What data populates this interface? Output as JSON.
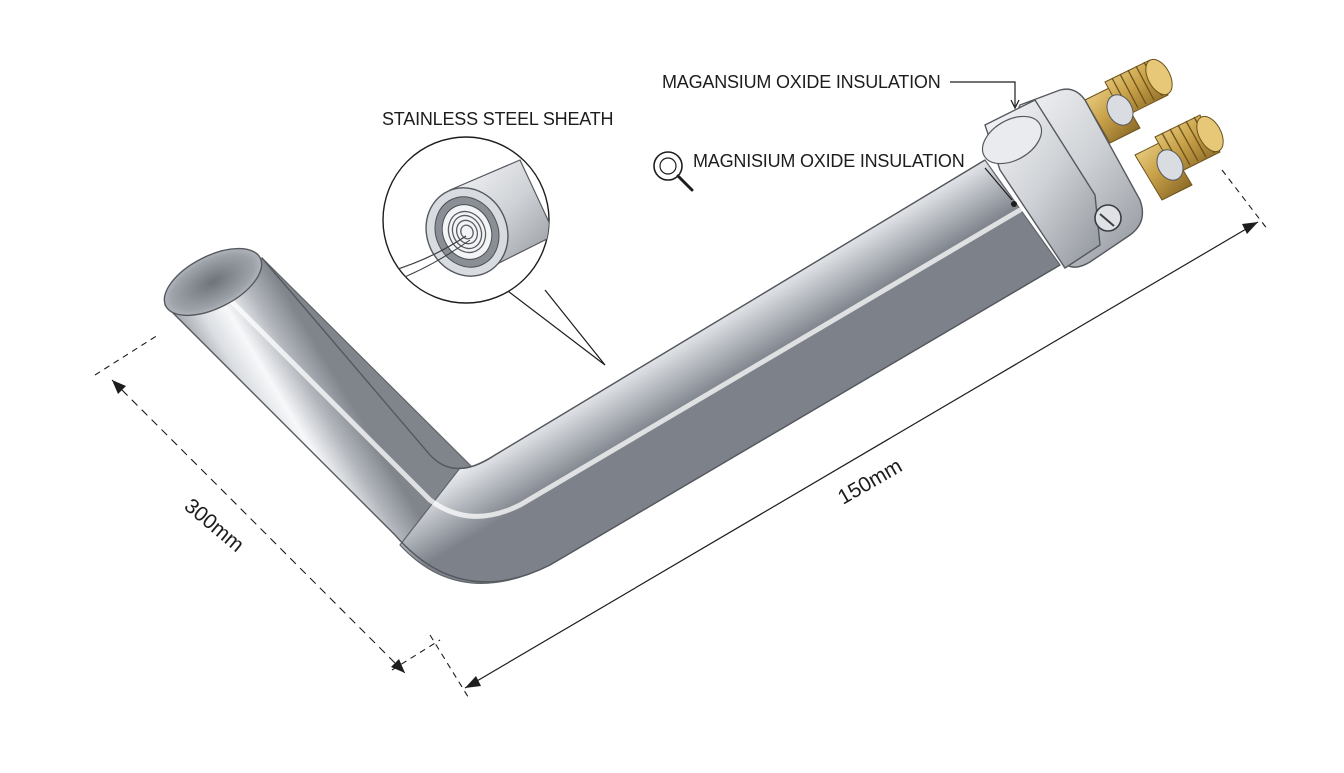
{
  "diagram": {
    "labels": {
      "insulation_top": "MAGANSIUM OXIDE INSULATION",
      "insulation_side": "MAGNISIUM OXIDE INSULATION",
      "sheath": "STAINLESS STEEL SHEATH"
    },
    "dimensions": {
      "short_leg": "300mm",
      "long_leg": "150mm"
    },
    "icons": [
      "magnifier-icon"
    ],
    "colors": {
      "steel_dark": "#8a8f96",
      "steel_light": "#f4f5f7",
      "brass": "#c9a24a",
      "line": "#1d1d1d"
    }
  }
}
